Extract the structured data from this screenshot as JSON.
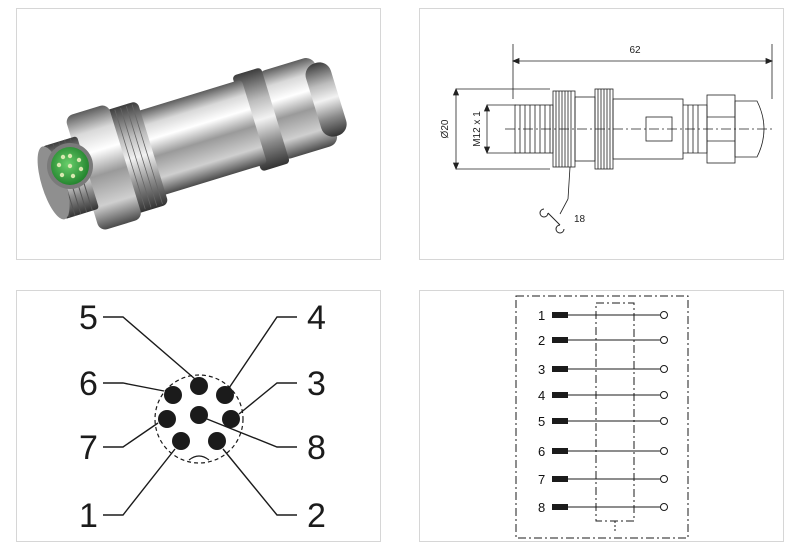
{
  "dimensions": {
    "length": "62",
    "diameter": "Ø20",
    "thread": "M12 x 1",
    "wrench_size": "18"
  },
  "pinout": {
    "labels": [
      "5",
      "4",
      "6",
      "3",
      "7",
      "8",
      "1",
      "2"
    ]
  },
  "wiring": {
    "pins": [
      "1",
      "2",
      "3",
      "4",
      "5",
      "6",
      "7",
      "8"
    ]
  },
  "colors": {
    "border": "#d6d6d6",
    "metal": "#b9b9b9",
    "insert_green": "#3fae49",
    "ink": "#1b1b1b"
  },
  "icons": [
    "wrench-icon"
  ]
}
